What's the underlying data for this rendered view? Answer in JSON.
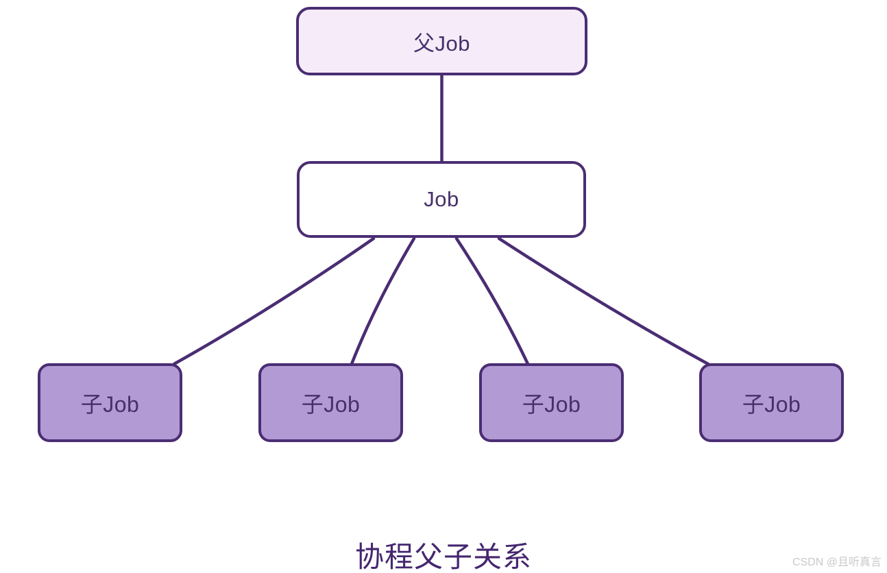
{
  "diagram": {
    "title": "协程父子关系",
    "watermark": "CSDN @且听真言",
    "nodes": {
      "parent": {
        "label": "父Job"
      },
      "middle": {
        "label": "Job"
      },
      "children": [
        {
          "label": "子Job"
        },
        {
          "label": "子Job"
        },
        {
          "label": "子Job"
        },
        {
          "label": "子Job"
        }
      ]
    },
    "edges": [
      {
        "from": "父Job",
        "to": "Job"
      },
      {
        "from": "Job",
        "to": "子Job (1)"
      },
      {
        "from": "Job",
        "to": "子Job (2)"
      },
      {
        "from": "Job",
        "to": "子Job (3)"
      },
      {
        "from": "Job",
        "to": "子Job (4)"
      }
    ],
    "colors": {
      "stroke": "#4a2d73",
      "parent_fill": "#f6ecf9",
      "middle_fill": "#ffffff",
      "child_fill": "#b29ad4",
      "label_color": "#46306b",
      "title_color": "#45266f",
      "watermark_color": "#c9c9c9"
    }
  }
}
